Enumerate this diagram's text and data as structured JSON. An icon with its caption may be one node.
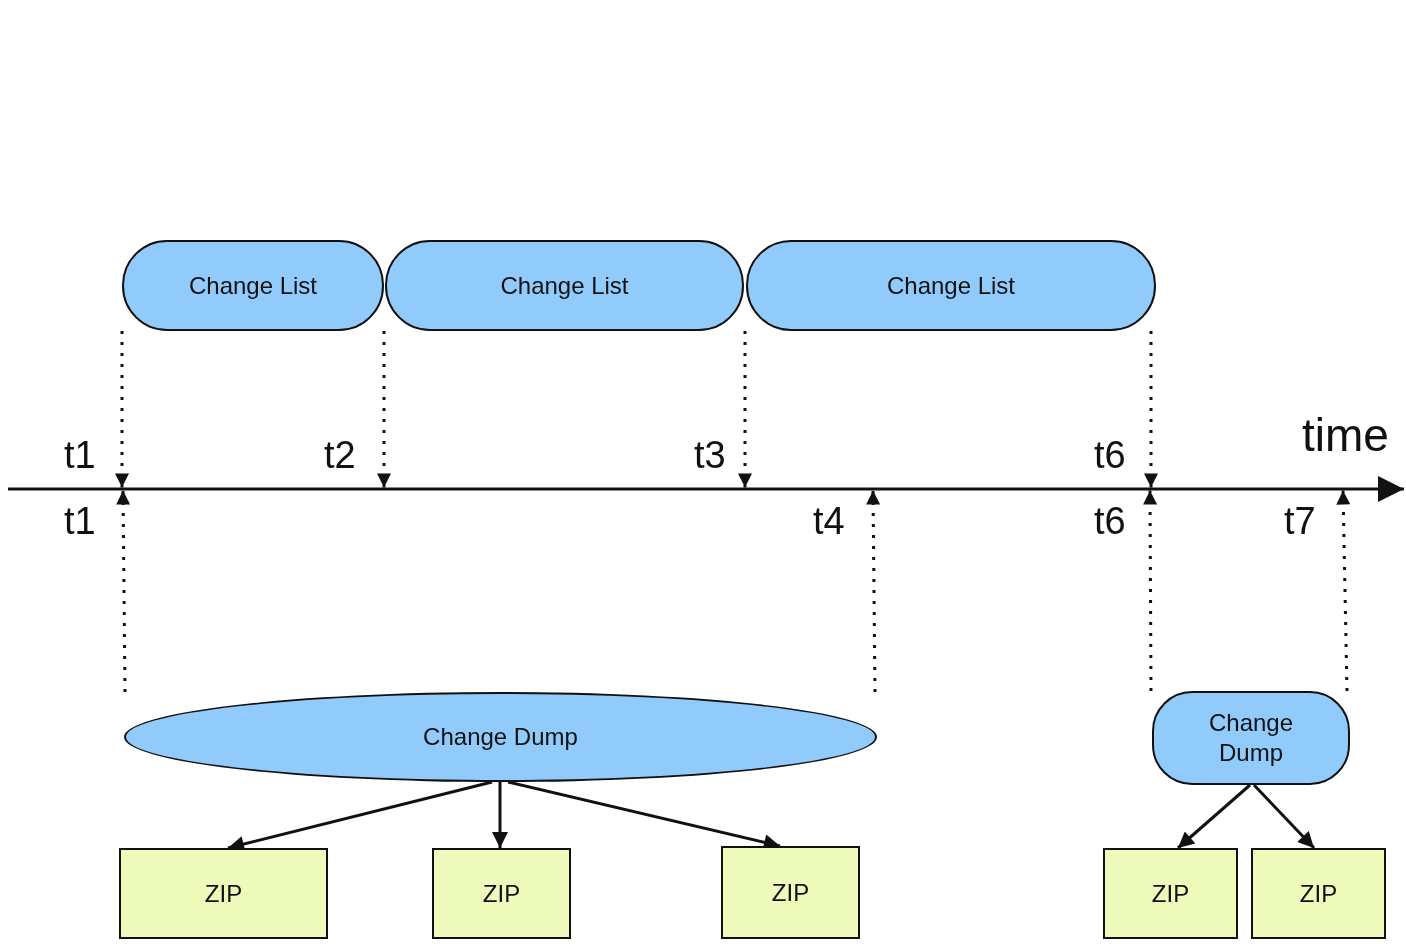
{
  "diagram": {
    "nodes": [
      {
        "text": [
          "Change List"
        ]
      },
      {
        "text": [
          "Change List"
        ]
      },
      {
        "text": [
          "Change List"
        ]
      },
      {
        "text": [],
        "shape": "line"
      },
      {
        "text": [
          "Change Dump"
        ]
      },
      {
        "text": [
          "Change Dump"
        ]
      },
      {
        "text": [
          "ZIP"
        ]
      },
      {
        "text": [
          "ZIP"
        ]
      },
      {
        "text": [
          "ZIP"
        ]
      },
      {
        "text": [
          "ZIP"
        ]
      },
      {
        "text": [
          "ZIP"
        ]
      }
    ],
    "edges": [
      {
        "from": 0,
        "to": 3,
        "arrow": "to",
        "style": "dashed"
      },
      {
        "from": 0,
        "to": 3,
        "arrow": "to",
        "style": "dashed"
      },
      {
        "from": 1,
        "to": 3,
        "arrow": "to",
        "style": "dashed"
      },
      {
        "from": 2,
        "to": 3,
        "arrow": "to",
        "style": "dashed"
      },
      {
        "from": 4,
        "to": 3,
        "arrow": "to",
        "style": "dashed"
      },
      {
        "from": 4,
        "to": 3,
        "arrow": "to",
        "style": "dashed"
      },
      {
        "from": 5,
        "to": 3,
        "arrow": "to",
        "style": "dashed"
      },
      {
        "from": 5,
        "to": 3,
        "arrow": "to",
        "style": "dashed"
      },
      {
        "from": 4,
        "to": 6,
        "arrow": "to"
      },
      {
        "from": 4,
        "to": 7,
        "arrow": "to"
      },
      {
        "from": 4,
        "to": 8,
        "arrow": "to"
      },
      {
        "from": 5,
        "to": 9,
        "arrow": "to"
      },
      {
        "from": 5,
        "to": 10,
        "arrow": "to"
      }
    ],
    "labels": [
      "t1",
      "t2",
      "t3",
      "t6",
      "time",
      "t1",
      "t4",
      "t6",
      "t7"
    ]
  }
}
